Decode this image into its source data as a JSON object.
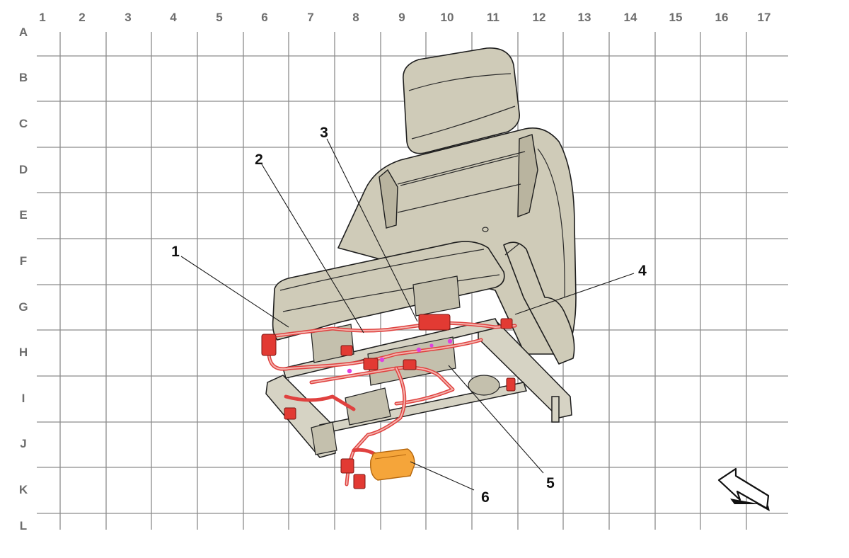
{
  "grid": {
    "columns": [
      "1",
      "2",
      "3",
      "4",
      "5",
      "6",
      "7",
      "8",
      "9",
      "10",
      "11",
      "12",
      "13",
      "14",
      "15",
      "16",
      "17"
    ],
    "rows": [
      "A",
      "B",
      "C",
      "D",
      "E",
      "F",
      "G",
      "H",
      "I",
      "J",
      "K",
      "L"
    ]
  },
  "callouts": [
    {
      "id": "1",
      "label": "1"
    },
    {
      "id": "2",
      "label": "2"
    },
    {
      "id": "3",
      "label": "3"
    },
    {
      "id": "4",
      "label": "4"
    },
    {
      "id": "5",
      "label": "5"
    },
    {
      "id": "6",
      "label": "6"
    }
  ],
  "colors": {
    "grid": "#8c8c8c",
    "seat": "#cfcbb8",
    "harness": "#e0413f",
    "module": "#f5a53a",
    "pin": "#e040e0"
  },
  "icons": {
    "direction": "front-direction-arrow-icon"
  }
}
